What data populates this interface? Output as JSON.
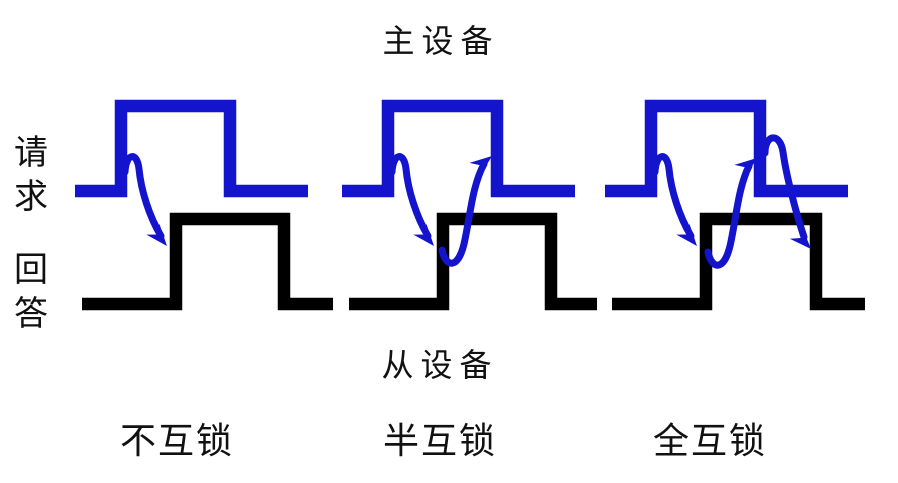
{
  "diagram": {
    "top_device_label": "主设备",
    "bottom_device_label": "从设备",
    "request_signal_label": "请求",
    "answer_signal_label": "回答",
    "modes": [
      {
        "label": "不互锁",
        "arrows": [
          "request-rise to answer-rise"
        ]
      },
      {
        "label": "半互锁",
        "arrows": [
          "request-rise to answer-rise",
          "answer-rise to request-fall"
        ]
      },
      {
        "label": "全互锁",
        "arrows": [
          "request-rise to answer-rise",
          "answer-rise to request-fall",
          "request-fall to answer-fall"
        ]
      }
    ],
    "colors": {
      "request_signal": "#1414cc",
      "answer_signal": "#000000",
      "background": "#ffffff",
      "text": "#111111"
    }
  }
}
